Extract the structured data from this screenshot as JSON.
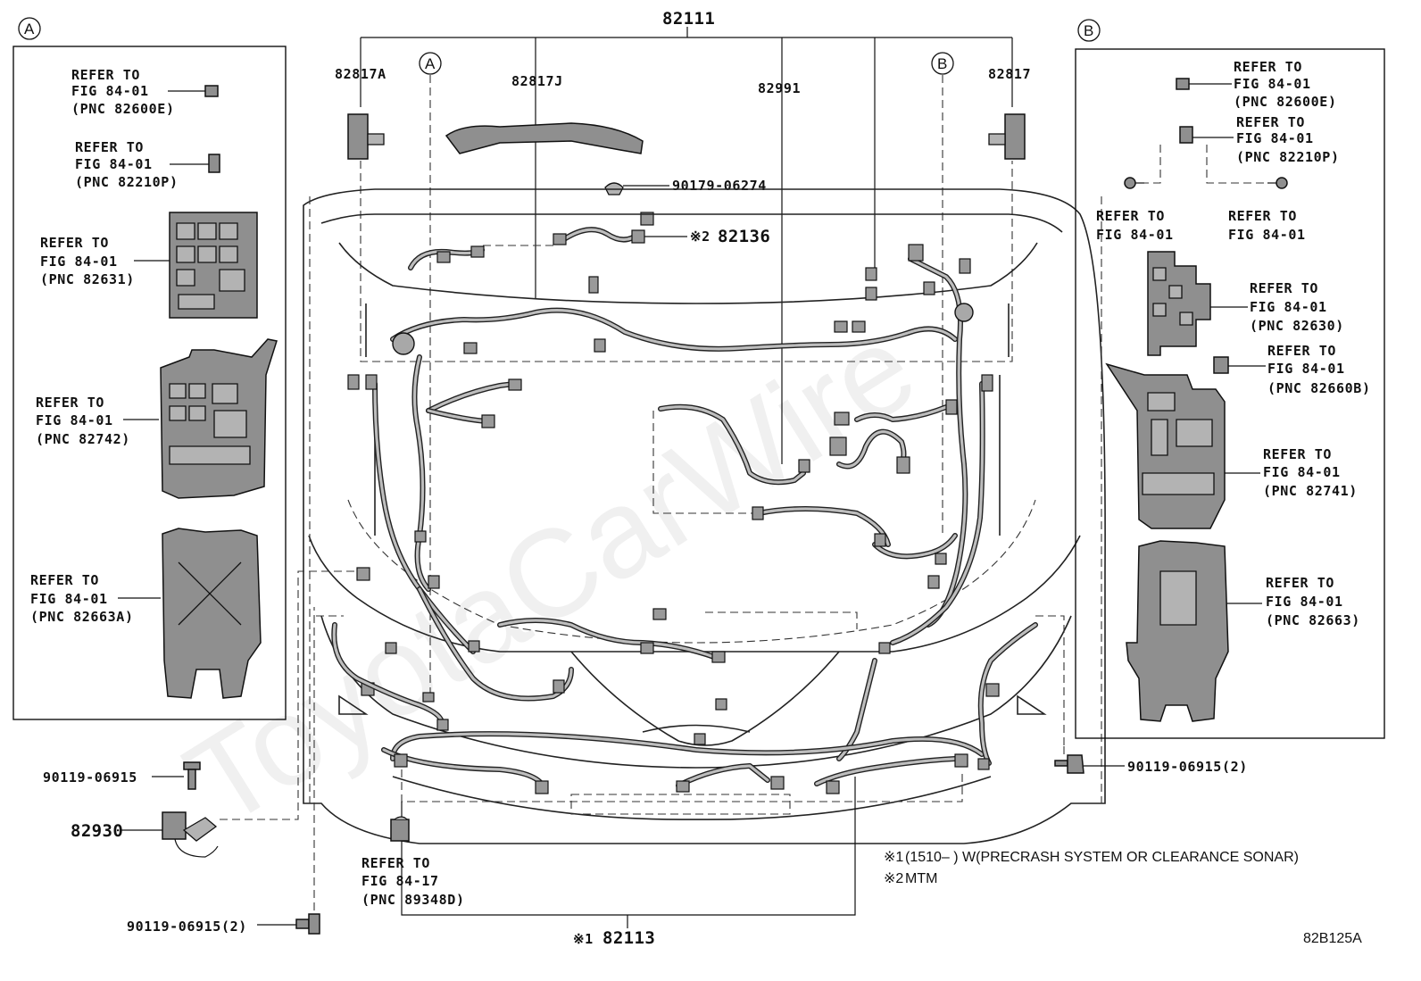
{
  "diagram": {
    "part_numbers": {
      "main": "82111",
      "p82817A": "82817A",
      "p82817J": "82817J",
      "p82991": "82991",
      "p82817": "82817",
      "clip_90179": "90179-06274",
      "p82136": "82136",
      "p82136_mark": "※2",
      "bolt_left": "90119-06915",
      "p82930": "82930",
      "bolt_bottom": "90119-06915(2)",
      "bolt_right": "90119-06915(2)",
      "p82113": "82113",
      "p82113_mark": "※1",
      "diagram_id": "82B125A"
    },
    "markers": {
      "a": "A",
      "b": "B"
    },
    "refer_to": "REFER TO",
    "fig_84_01": "FIG 84-01",
    "fig_84_17": "FIG 84-17",
    "pnc": {
      "p82600E": "(PNC 82600E)",
      "p82210P": "(PNC 82210P)",
      "p82631": "(PNC 82631)",
      "p82742": "(PNC 82742)",
      "p82663A": "(PNC 82663A)",
      "p89348D": "(PNC 89348D)",
      "p82630": "(PNC 82630)",
      "p82660B": "(PNC 82660B)",
      "p82741": "(PNC 82741)",
      "p82663": "(PNC 82663)"
    },
    "notes": {
      "n1_mark": "※1",
      "n1_text": "(1510–     ) W(PRECRASH SYSTEM OR CLEARANCE SONAR)",
      "n2_mark": "※2",
      "n2_text": "MTM"
    },
    "watermark": "ToyotaCarWire"
  }
}
